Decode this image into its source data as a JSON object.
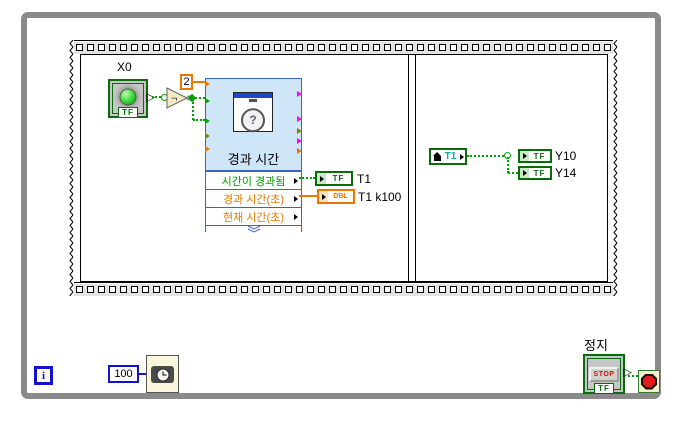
{
  "colors": {
    "boolean_green": "#009900",
    "numeric_orange": "#E87800",
    "integer_blue": "#1012CE",
    "vi_background": "#CFE5F8",
    "vi_border": "#3C64C8",
    "loop_border_gray": "#8A8A8A",
    "magenta_wire": "#FF00FF",
    "olive_wire": "#808000",
    "stop_red": "#E31B1B"
  },
  "frame1": {
    "x0_label": "X0",
    "x0_tf": "TF",
    "not_symbol": "¬",
    "constant_value": "2",
    "vi_title": "경과 시간",
    "vi_icon_char": "?",
    "vi_rows": [
      {
        "label": "시간이 경과됨"
      },
      {
        "label": "경과 시간(초)"
      },
      {
        "label": "현재 시간(초)"
      }
    ],
    "tf_indicator": {
      "type": "TF",
      "label": "T1"
    },
    "dbl_indicator": {
      "type": "DBL",
      "label": "T1 k100"
    }
  },
  "frame2": {
    "local_var_label": "T1",
    "y10": {
      "type": "TF",
      "label": "Y10"
    },
    "y14": {
      "type": "TF",
      "label": "Y14"
    }
  },
  "loop": {
    "iteration_label": "i",
    "wait_ms_value": "100",
    "stop_label": "정지",
    "stop_button_text": "STOP",
    "stop_tf": "TF"
  }
}
